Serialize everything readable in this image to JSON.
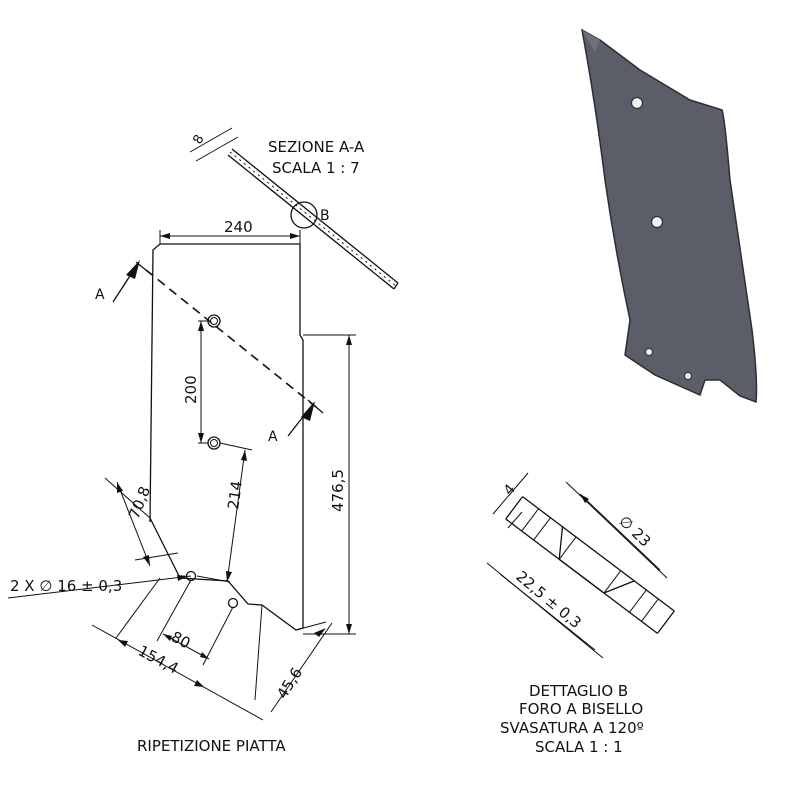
{
  "section": {
    "title": "SEZIONE A-A",
    "scale": "SCALA 1 : 7",
    "thickness": "8",
    "detail_callout": "B"
  },
  "dimensions": {
    "width": "240",
    "height": "476,5",
    "hole_spacing": "200",
    "diag_214": "214",
    "corner_70_8": "70,8",
    "holes": "2 X ∅ 16 ± 0,3",
    "spacing_80": "80",
    "spacing_154_4": "154,4",
    "corner_45_6": "45,6"
  },
  "section_marks": {
    "left": "A",
    "right": "A"
  },
  "detail_b": {
    "dim_4": "4",
    "diameter": "∅ 23",
    "depth": "22,5 ± 0,3",
    "title": "DETTAGLIO B",
    "line2": "FORO A BISELLO",
    "line3": "SVASATURA A 120º",
    "scale": "SCALA 1 : 1"
  },
  "flat_view_label": "RIPETIZIONE PIATTA",
  "colors": {
    "line": "#111111",
    "part_fill": "#5b5e68",
    "part_edge": "#2c2e35",
    "hole": "#f2f2f2"
  }
}
